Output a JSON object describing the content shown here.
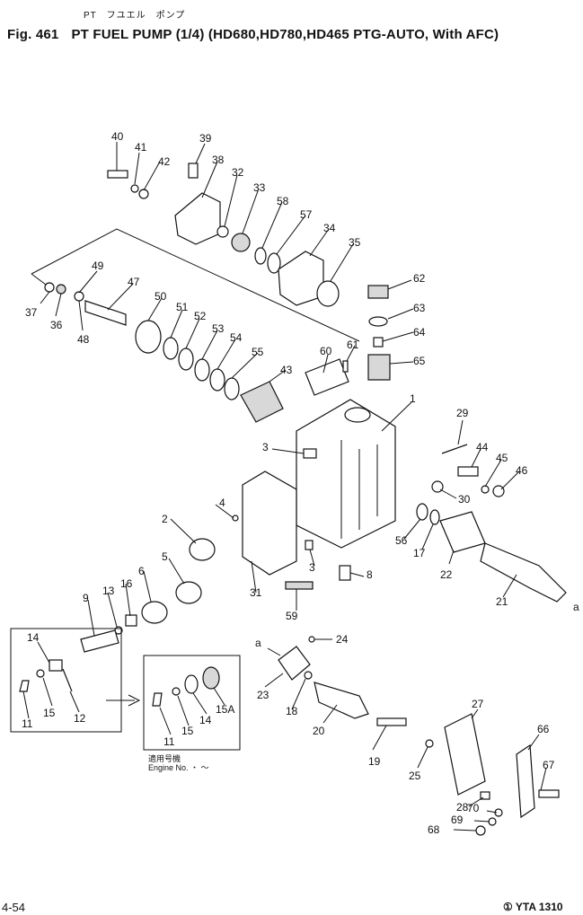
{
  "header": {
    "jp_subtitle": "PT　フユエル　ポンプ",
    "fig_label": "Fig. 461",
    "title": "PT FUEL PUMP (1/4) (HD680,HD780,HD465 PTG-AUTO, With AFC)"
  },
  "inset": {
    "engine_jp": "適用号機",
    "engine_label": "Engine No.",
    "engine_value": "・ ～"
  },
  "footer": {
    "page": "4-54",
    "code": "① YTA 1310"
  },
  "callouts": [
    "40",
    "41",
    "42",
    "39",
    "38",
    "32",
    "33",
    "58",
    "57",
    "34",
    "35",
    "49",
    "37",
    "36",
    "48",
    "47",
    "50",
    "51",
    "52",
    "53",
    "54",
    "55",
    "43",
    "60",
    "61",
    "62",
    "63",
    "64",
    "65",
    "1",
    "29",
    "44",
    "45",
    "46",
    "30",
    "3",
    "4",
    "2",
    "5",
    "6",
    "16",
    "13",
    "9",
    "14",
    "15",
    "11",
    "12",
    "31",
    "3",
    "8",
    "56",
    "17",
    "22",
    "21",
    "a",
    "59",
    "a",
    "24",
    "23",
    "18",
    "20",
    "19",
    "27",
    "66",
    "67",
    "25",
    "28",
    "70",
    "69",
    "68",
    "11",
    "15",
    "14",
    "15A"
  ],
  "colors": {
    "ink": "#111111",
    "paper": "#ffffff"
  }
}
